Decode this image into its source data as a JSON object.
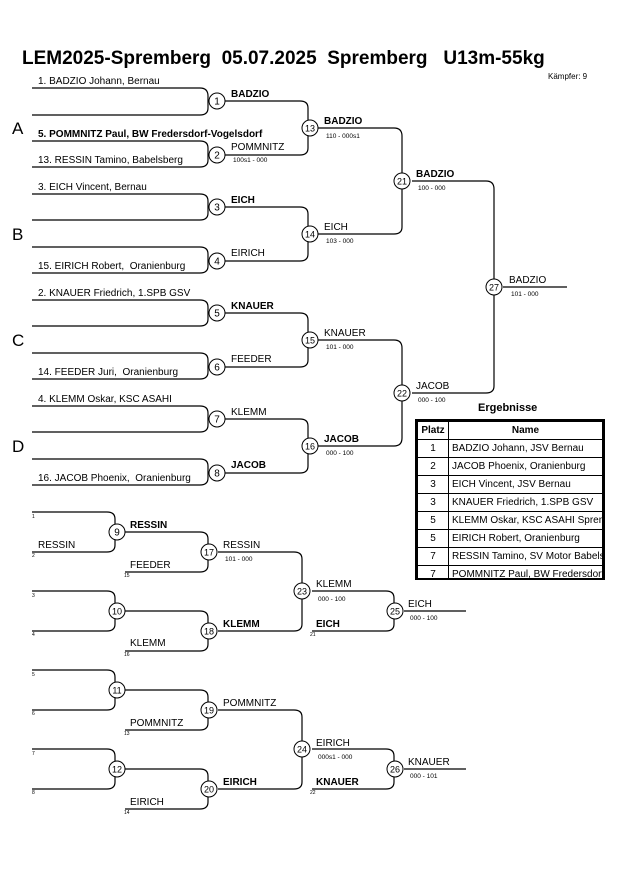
{
  "header": {
    "title": "LEM2025-Spremberg  05.07.2025  Spremberg   U13m-55kg",
    "fighters": "Kämpfer: 9"
  },
  "pools": [
    "A",
    "B",
    "C",
    "D"
  ],
  "entries": [
    "1. BADZIO Johann, Bernau",
    "5. POMMNITZ Paul, BW Fredersdorf-Vogelsdorf",
    "13. RESSIN Tamino, Babelsberg",
    "3. EICH Vincent, Bernau",
    "15. EIRICH Robert,  Oranienburg",
    "2. KNAUER Friedrich, 1.SPB GSV",
    "14. FEEDER Juri,  Oranienburg",
    "4. KLEMM Oskar, KSC ASAHI",
    "16. JACOB Phoenix,  Oranienburg"
  ],
  "main": {
    "w1": "BADZIO",
    "w2": "POMMNITZ",
    "s2": "100s1 - 000",
    "w3": "EICH",
    "w4": "EIRICH",
    "w5": "KNAUER",
    "w6": "FEEDER",
    "w7": "KLEMM",
    "w8": "JACOB",
    "w13": "BADZIO",
    "s13": "110 - 000s1",
    "w14": "EICH",
    "s14": "103 - 000",
    "w15": "KNAUER",
    "s15": "101 - 000",
    "w16": "JACOB",
    "s16": "000 - 100",
    "w21": "BADZIO",
    "s21": "100 - 000",
    "w22": "JACOB",
    "s22": "000 - 100",
    "w27": "BADZIO",
    "s27": "101 - 000"
  },
  "rep": {
    "r9a": "RESSIN",
    "w9": "RESSIN",
    "r9b": "FEEDER",
    "w10": "KLEMM",
    "w17": "RESSIN",
    "s17": "101 - 000",
    "w18": "KLEMM",
    "w23a": "KLEMM",
    "s23": "000 - 100",
    "w23b": "EICH",
    "w25": "EICH",
    "s25": "000 - 100",
    "w13b": "POMMNITZ",
    "w19": "POMMNITZ",
    "w14b": "EIRICH",
    "w20": "EIRICH",
    "w24a": "EIRICH",
    "s24": "000s1 - 000",
    "w24b": "KNAUER",
    "w26": "KNAUER",
    "s26": "000 - 101"
  },
  "tiny": {
    "a1": "1",
    "a2": "2",
    "a3": "3",
    "a4": "4",
    "a5": "5",
    "a6": "6",
    "a7": "7",
    "a8": "8",
    "c15": "15",
    "c16": "16",
    "c13": "13",
    "c14": "14",
    "c21": "21",
    "c22": "22"
  },
  "results": {
    "title": "Ergebnisse",
    "col_place": "Platz",
    "col_name": "Name",
    "rows": [
      {
        "place": "1",
        "name": "BADZIO Johann, JSV Bernau"
      },
      {
        "place": "2",
        "name": "JACOB Phoenix,  Oranienburg"
      },
      {
        "place": "3",
        "name": "EICH Vincent, JSV Bernau"
      },
      {
        "place": "3",
        "name": "KNAUER Friedrich, 1.SPB GSV"
      },
      {
        "place": "5",
        "name": "KLEMM Oskar, KSC ASAHI Spremberg"
      },
      {
        "place": "5",
        "name": "EIRICH Robert,  Oranienburg"
      },
      {
        "place": "7",
        "name": "RESSIN Tamino, SV Motor Babelsberg"
      },
      {
        "place": "7",
        "name": "POMMNITZ Paul, BW Fredersdorf-Vogelsdorf"
      }
    ]
  }
}
